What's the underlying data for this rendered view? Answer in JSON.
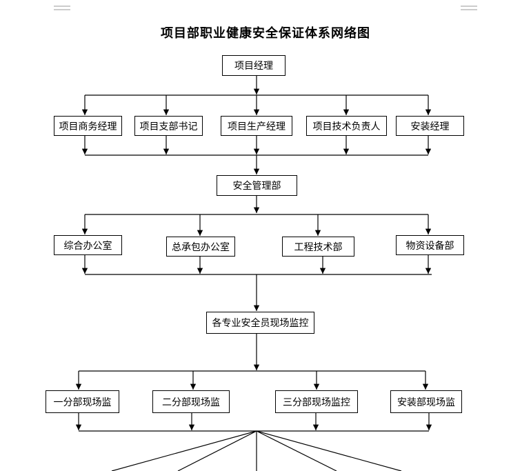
{
  "title": "项目部职业健康安全保证体系网络图",
  "nodes": {
    "pm": "项目经理",
    "commerce": "项目商务经理",
    "party": "项目支部书记",
    "production": "项目生产经理",
    "tech_lead": "项目技术负责人",
    "install_mgr": "安装经理",
    "safety_dept": "安全管理部",
    "office": "综合办公室",
    "gc_office": "总承包办公室",
    "eng_tech": "工程技术部",
    "materials": "物资设备部",
    "site_safety": "各专业安全员现场监控",
    "div1": "一分部现场监",
    "div2": "二分部现场监",
    "div3": "三分部现场监控",
    "div_install": "安装部现场监"
  }
}
